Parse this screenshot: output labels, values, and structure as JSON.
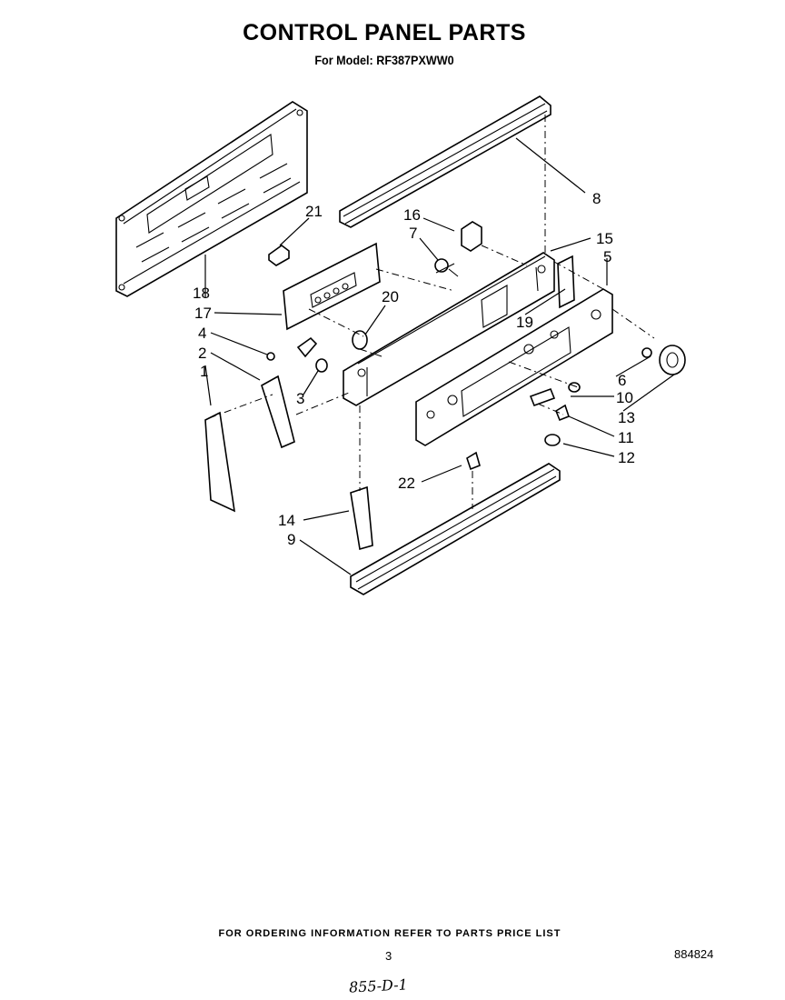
{
  "header": {
    "title": "CONTROL PANEL PARTS",
    "subtitle": "For Model: RF387PXWW0"
  },
  "callouts": [
    "1",
    "2",
    "3",
    "4",
    "5",
    "6",
    "7",
    "8",
    "9",
    "10",
    "11",
    "12",
    "13",
    "14",
    "15",
    "16",
    "17",
    "18",
    "19",
    "20",
    "21",
    "22"
  ],
  "footer": {
    "ordering_note": "FOR ORDERING INFORMATION REFER TO PARTS PRICE LIST",
    "page_number": "3",
    "document_number": "884824",
    "handwritten_note": "855-D-1"
  }
}
